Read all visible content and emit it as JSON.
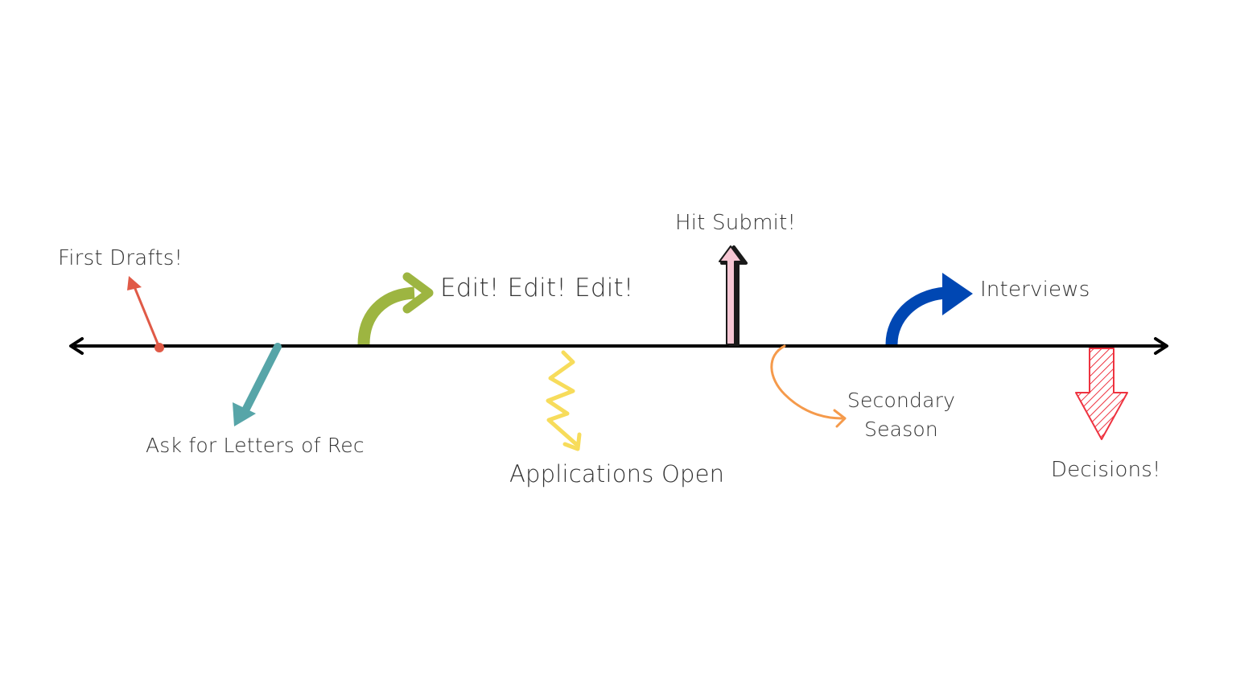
{
  "milestones": {
    "first_drafts": "First Drafts!",
    "ask_letters": "Ask for Letters of Rec",
    "edit": "Edit! Edit! Edit!",
    "applications_open": "Applications Open",
    "hit_submit": "Hit Submit!",
    "secondary_season_line1": "Secondary",
    "secondary_season_line2": "Season",
    "interviews": "Interviews",
    "decisions": "Decisions!"
  },
  "colors": {
    "timeline": "#000000",
    "first_drafts_arrow": "#e05a47",
    "ask_letters_arrow": "#57a5a8",
    "edit_arrow": "#9db541",
    "applications_arrow": "#f7dc5b",
    "submit_arrow_fill": "#f6c6d3",
    "secondary_arrow": "#f59a4b",
    "interviews_arrow": "#0047b3",
    "decisions_arrow": "#ee3340"
  }
}
